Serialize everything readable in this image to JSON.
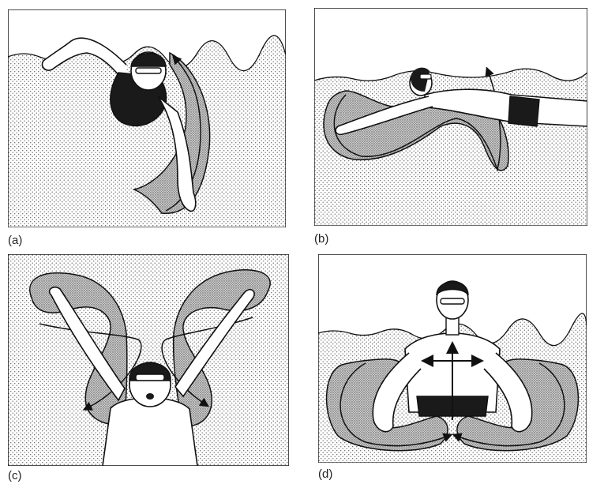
{
  "panels": [
    {
      "id": "a",
      "label": "(a)"
    },
    {
      "id": "b",
      "label": "(b)"
    },
    {
      "id": "c",
      "label": "(c)"
    },
    {
      "id": "d",
      "label": "(d)"
    }
  ],
  "colors": {
    "water_dots": "#555555",
    "path_fill": "#b8b8b8",
    "line": "#111111",
    "swimmer_cap": "#1a1a1a",
    "skin": "#ffffff"
  }
}
